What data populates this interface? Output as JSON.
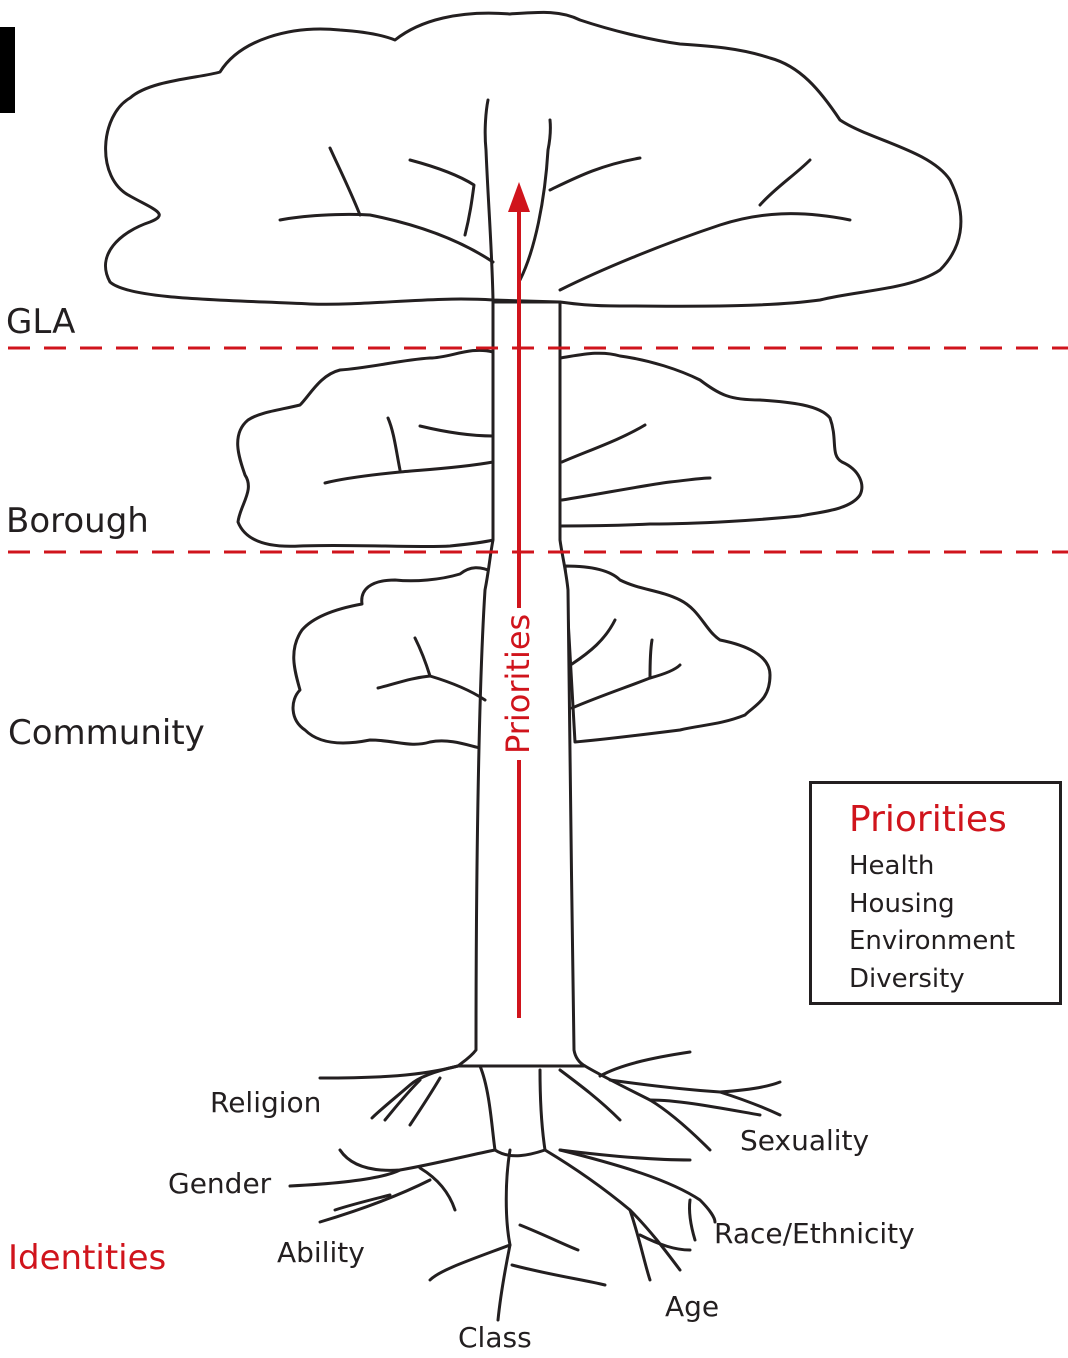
{
  "levels": {
    "gla": "GLA",
    "borough": "Borough",
    "community": "Community"
  },
  "arrow_label": "Priorities",
  "legend": {
    "title": "Priorities",
    "items": [
      "Health",
      "Housing",
      "Environment",
      "Diversity"
    ]
  },
  "identities": {
    "title": "Identities",
    "roots": [
      "Religion",
      "Gender",
      "Ability",
      "Class",
      "Age",
      "Race/Ethnicity",
      "Sexuality"
    ]
  },
  "colors": {
    "accent": "#d0141c",
    "ink": "#231f20"
  }
}
